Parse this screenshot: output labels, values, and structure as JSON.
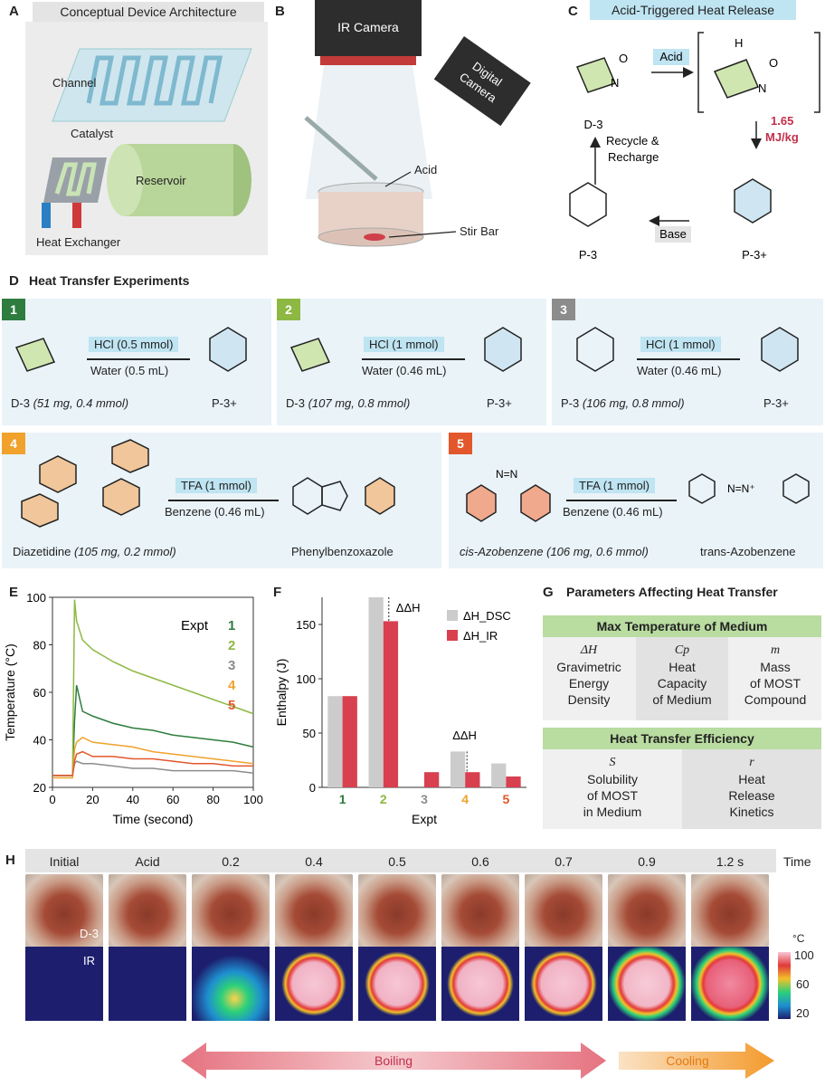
{
  "panels": {
    "A": "A",
    "B": "B",
    "C": "C",
    "D": "D",
    "E": "E",
    "F": "F",
    "G": "G",
    "H": "H"
  },
  "panelA": {
    "title": "Conceptual Device Architecture",
    "channel": "Channel",
    "catalyst": "Catalyst",
    "reservoir": "Reservoir",
    "heat_exchanger": "Heat Exchanger"
  },
  "panelB": {
    "ir_camera": "IR Camera",
    "digital_camera_1": "Digital",
    "digital_camera_2": "Camera",
    "acid": "Acid",
    "stir_bar": "Stir Bar"
  },
  "panelC": {
    "title": "Acid-Triggered Heat Release",
    "acid": "Acid",
    "base": "Base",
    "energy": "1.65",
    "energy_unit": "MJ/kg",
    "recycle_1": "Recycle &",
    "recycle_2": "Recharge",
    "d3": "D-3",
    "p3": "P-3",
    "p3plus": "P-3+"
  },
  "panelD": {
    "title": "Heat Transfer Experiments",
    "expts": [
      {
        "num": "1",
        "color": "#2e7d3e",
        "reagent": "HCl (0.5 mmol)",
        "solvent": "Water (0.5 mL)",
        "start": "D-3",
        "start_detail": "(51 mg, 0.4 mmol)",
        "product": "P-3+"
      },
      {
        "num": "2",
        "color": "#8db843",
        "reagent": "HCl (1 mmol)",
        "solvent": "Water (0.46 mL)",
        "start": "D-3",
        "start_detail": "(107 mg, 0.8 mmol)",
        "product": "P-3+"
      },
      {
        "num": "3",
        "color": "#8c8c8c",
        "reagent": "HCl (1 mmol)",
        "solvent": "Water (0.46 mL)",
        "start": "P-3",
        "start_detail": "(106 mg, 0.8 mmol)",
        "product": "P-3+"
      },
      {
        "num": "4",
        "color": "#f0a22c",
        "reagent": "TFA (1 mmol)",
        "solvent": "Benzene (0.46 mL)",
        "start": "Diazetidine",
        "start_detail": "(105 mg, 0.2 mmol)",
        "product": "Phenylbenzoxazole"
      },
      {
        "num": "5",
        "color": "#e2572b",
        "reagent": "TFA (1 mmol)",
        "solvent": "Benzene (0.46 mL)",
        "start": "cis-Azobenzene",
        "start_detail": "(106 mg, 0.6 mmol)",
        "product": "trans-Azobenzene"
      }
    ]
  },
  "chart_data": [
    {
      "type": "line",
      "panel": "E",
      "xlabel": "Time (second)",
      "ylabel": "Temperature (°C)",
      "xlim": [
        0,
        100
      ],
      "ylim": [
        20,
        100
      ],
      "xticks": [
        0,
        20,
        40,
        60,
        80,
        100
      ],
      "yticks": [
        20,
        40,
        60,
        80,
        100
      ],
      "legend_title": "Expt",
      "series": [
        {
          "name": "1",
          "color": "#2e7d3e",
          "x": [
            0,
            10,
            11,
            12,
            15,
            20,
            30,
            40,
            50,
            60,
            70,
            80,
            90,
            100
          ],
          "y": [
            25,
            25,
            48,
            63,
            52,
            50,
            47,
            45,
            44,
            42,
            41,
            40,
            39,
            37
          ]
        },
        {
          "name": "2",
          "color": "#8db843",
          "x": [
            0,
            10,
            11,
            12,
            15,
            20,
            30,
            40,
            50,
            60,
            70,
            80,
            90,
            100
          ],
          "y": [
            25,
            25,
            99,
            90,
            82,
            78,
            73,
            69,
            66,
            63,
            60,
            57,
            54,
            51
          ]
        },
        {
          "name": "3",
          "color": "#8c8c8c",
          "x": [
            0,
            10,
            11,
            12,
            15,
            20,
            30,
            40,
            50,
            60,
            70,
            80,
            90,
            100
          ],
          "y": [
            25,
            25,
            30,
            31,
            30,
            30,
            29,
            28,
            28,
            27,
            27,
            27,
            27,
            26
          ]
        },
        {
          "name": "4",
          "color": "#f0a22c",
          "x": [
            0,
            10,
            11,
            12,
            15,
            20,
            30,
            40,
            50,
            60,
            70,
            80,
            90,
            100
          ],
          "y": [
            24,
            24,
            36,
            39,
            41,
            39,
            38,
            37,
            35,
            34,
            33,
            32,
            31,
            30
          ]
        },
        {
          "name": "5",
          "color": "#e2572b",
          "x": [
            0,
            10,
            11,
            12,
            15,
            20,
            30,
            40,
            50,
            60,
            70,
            80,
            90,
            100
          ],
          "y": [
            25,
            25,
            31,
            34,
            35,
            33,
            33,
            32,
            32,
            31,
            30,
            30,
            29,
            29
          ]
        }
      ]
    },
    {
      "type": "bar",
      "panel": "F",
      "xlabel": "Expt",
      "ylabel": "Enthalpy (J)",
      "ylim": [
        0,
        175
      ],
      "yticks": [
        0,
        50,
        100,
        150
      ],
      "categories": [
        "1",
        "2",
        "3",
        "4",
        "5"
      ],
      "category_colors": [
        "#2e7d3e",
        "#8db843",
        "#8c8c8c",
        "#f0a22c",
        "#e2572b"
      ],
      "series": [
        {
          "name": "ΔH_DSC",
          "color": "#cccccc",
          "values": [
            84,
            175,
            0,
            33,
            22
          ]
        },
        {
          "name": "ΔH_IR",
          "color": "#d8404f",
          "values": [
            84,
            153,
            14,
            14,
            10
          ]
        }
      ],
      "annotations": [
        "ΔΔH",
        "ΔΔH"
      ]
    }
  ],
  "panelG": {
    "title": "Parameters Affecting Heat Transfer",
    "section1": "Max Temperature of Medium",
    "cells1": [
      {
        "sym": "ΔH",
        "l1": "Gravimetric",
        "l2": "Energy",
        "l3": "Density"
      },
      {
        "sym": "Cp",
        "l1": "Heat",
        "l2": "Capacity",
        "l3": "of Medium"
      },
      {
        "sym": "m",
        "l1": "Mass",
        "l2": "of MOST",
        "l3": "Compound"
      }
    ],
    "section2": "Heat Transfer Efficiency",
    "cells2": [
      {
        "sym": "S",
        "l1": "Solubility",
        "l2": "of MOST",
        "l3": "in Medium"
      },
      {
        "sym": "r",
        "l1": "Heat",
        "l2": "Release",
        "l3": "Kinetics"
      }
    ]
  },
  "panelH": {
    "times": [
      "Initial",
      "Acid",
      "0.2",
      "0.4",
      "0.5",
      "0.6",
      "0.7",
      "0.9",
      "1.2 s"
    ],
    "time_label": "Time",
    "d3_label": "D-3",
    "ir_label": "IR",
    "scale_unit": "°C",
    "scale_ticks": [
      "100",
      "60",
      "20"
    ],
    "boiling": "Boiling",
    "cooling": "Cooling"
  }
}
